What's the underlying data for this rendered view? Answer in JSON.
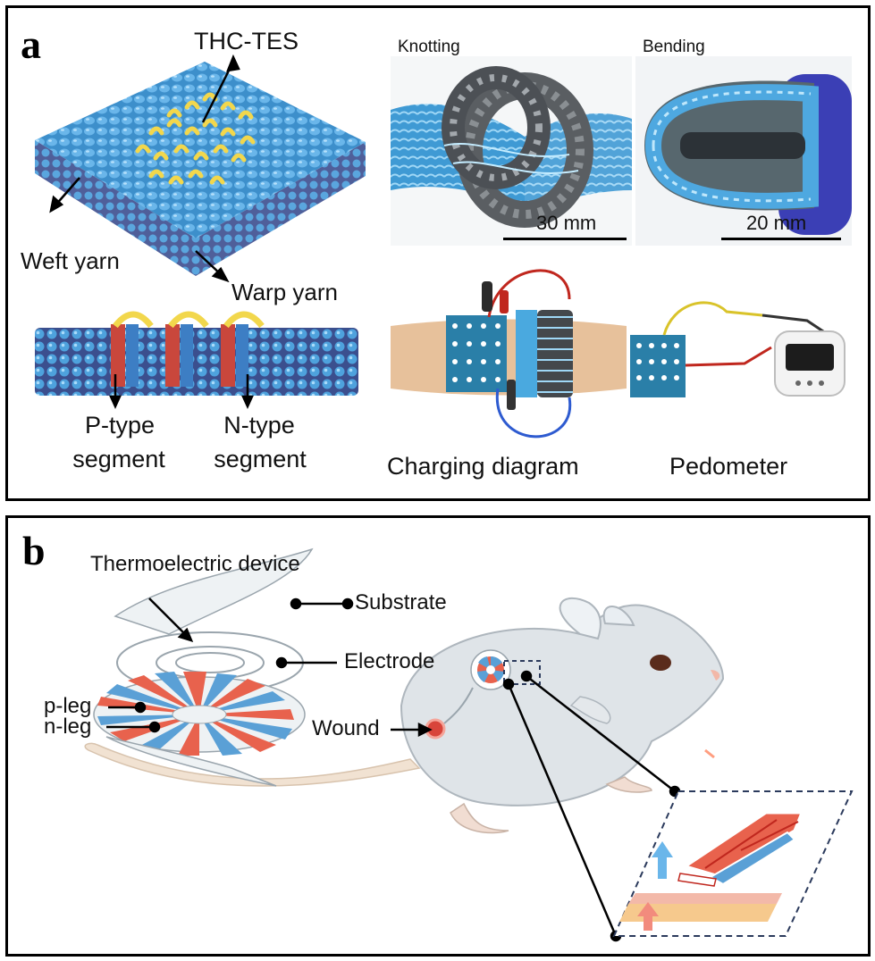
{
  "panel_a": {
    "label": "a",
    "fabric_labels": {
      "thc_tes": "THC-TES",
      "weft": "Weft yarn",
      "warp": "Warp yarn",
      "p_type_line1": "P-type",
      "p_type_line2": "segment",
      "n_type_line1": "N-type",
      "n_type_line2": "segment"
    },
    "photos": {
      "knotting": "Knotting",
      "bending": "Bending",
      "scale_knotting": "30 mm",
      "scale_bending": "20 mm",
      "charging": "Charging diagram",
      "pedometer": "Pedometer"
    }
  },
  "panel_b": {
    "label": "b",
    "labels": {
      "thermoelectric_device": "Thermoelectric device",
      "substrate": "Substrate",
      "electrode": "Electrode",
      "p_leg": "p-leg",
      "n_leg": "n-leg",
      "wound": "Wound"
    }
  },
  "colors": {
    "yarn_blue": "#4a9fd8",
    "yarn_purple": "#6e7fb5",
    "segment_yellow": "#f0d64a",
    "p_red": "#e8624d",
    "n_blue": "#5aa0d6",
    "mouse_gray": "#dfe4e8"
  }
}
